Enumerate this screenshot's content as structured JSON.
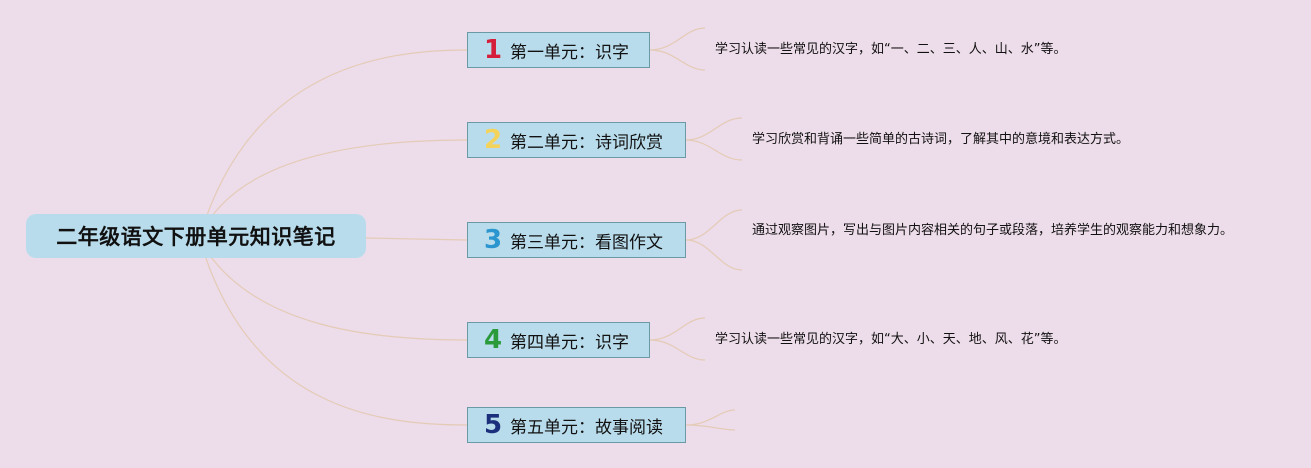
{
  "root": {
    "title": "二年级语文下册单元知识笔记"
  },
  "units": [
    {
      "number": "1",
      "title": "第一单元：识字",
      "color": "#d51f3a",
      "note": "学习认读一些常见的汉字，如“一、二、三、人、山、水”等。"
    },
    {
      "number": "2",
      "title": "第二单元：诗词欣赏",
      "color": "#f4d35a",
      "note": "学习欣赏和背诵一些简单的古诗词，了解其中的意境和表达方式。"
    },
    {
      "number": "3",
      "title": "第三单元：看图作文",
      "color": "#2a95cf",
      "note": "通过观察图片，写出与图片内容相关的句子或段落，培养学生的观察能力和想象力。"
    },
    {
      "number": "4",
      "title": "第四单元：识字",
      "color": "#2a9a3a",
      "note": "学习认读一些常见的汉字，如“大、小、天、地、风、花”等。"
    },
    {
      "number": "5",
      "title": "第五单元：故事阅读",
      "color": "#1b2f7c",
      "note": ""
    }
  ],
  "colors": {
    "background": "#eddce9",
    "node_fill": "#b9dcec",
    "node_border": "#6a9aa6",
    "connector": "#e4cbb6"
  }
}
